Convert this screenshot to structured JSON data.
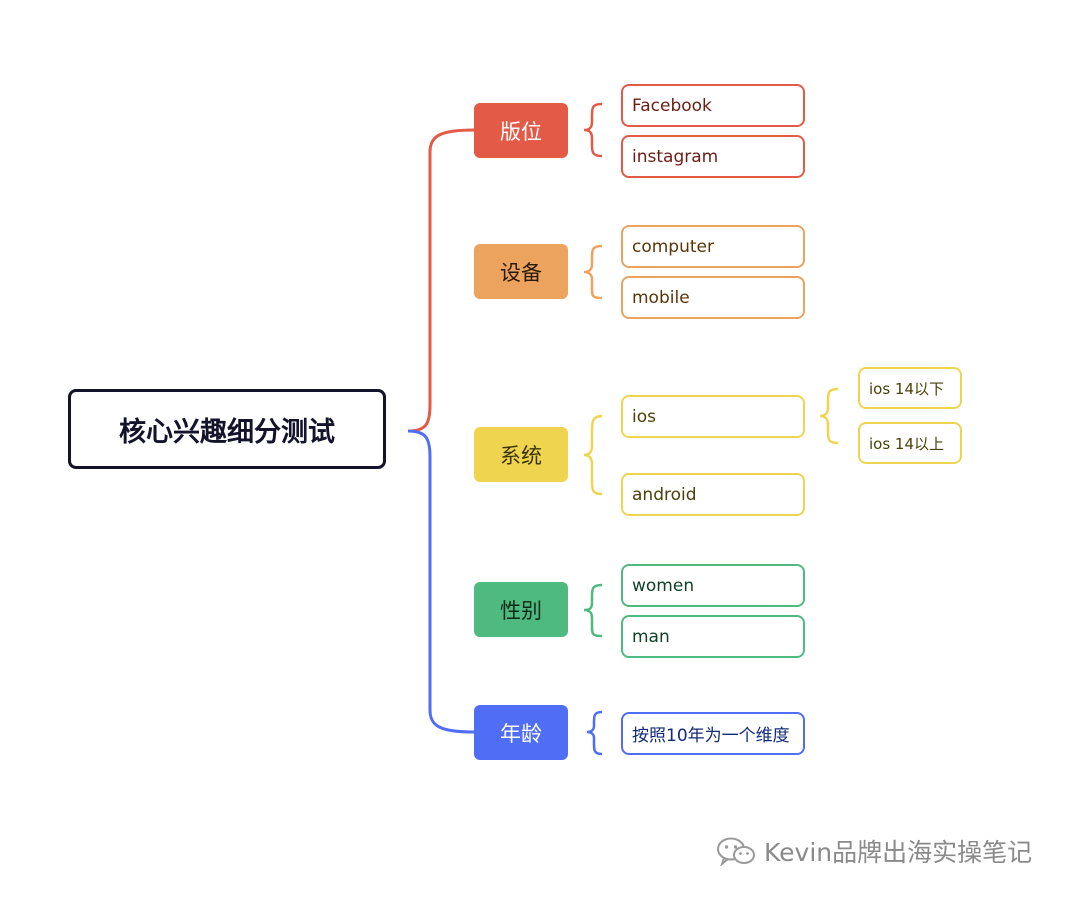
{
  "root": {
    "title": "核心兴趣细分测试"
  },
  "categories": [
    {
      "label": "版位",
      "color": "#e35a47",
      "text_color": "#ffffff",
      "children": [
        "Facebook",
        "instagram"
      ],
      "leaf_text_color": "#6b1d14"
    },
    {
      "label": "设备",
      "color": "#eba35e",
      "text_color": "#2a1a08",
      "children": [
        "computer",
        "mobile"
      ],
      "leaf_text_color": "#5a3508"
    },
    {
      "label": "系统",
      "color": "#efd54f",
      "text_color": "#3a3408",
      "children": [
        "ios",
        "android"
      ],
      "leaf_text_color": "#4a4108",
      "sub": {
        "parent": "ios",
        "children": [
          "ios 14以下",
          "ios 14以上"
        ]
      }
    },
    {
      "label": "性别",
      "color": "#4fba7f",
      "text_color": "#0c2a18",
      "children": [
        "women",
        "man"
      ],
      "leaf_text_color": "#0f3f26"
    },
    {
      "label": "年龄",
      "color": "#4f6ef5",
      "text_color": "#ffffff",
      "children": [
        "按照10年为一个维度"
      ],
      "leaf_text_color": "#132a7a"
    }
  ],
  "watermark": {
    "text": "Kevin品牌出海实操笔记",
    "icon": "wechat-icon"
  }
}
